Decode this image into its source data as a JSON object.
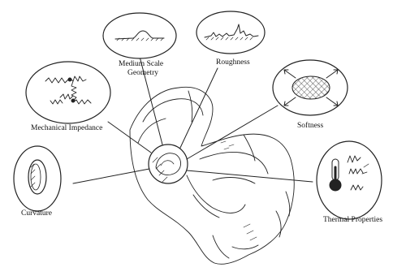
{
  "labels": {
    "medium_scale_line1": "Medium Scale",
    "medium_scale_line2": "Geometry",
    "roughness": "Roughness",
    "mechanical_impedance": "Mechanical Impedance",
    "softness": "Softness",
    "curvature": "Curvature",
    "thermal_properties": "Thermal Properties"
  }
}
